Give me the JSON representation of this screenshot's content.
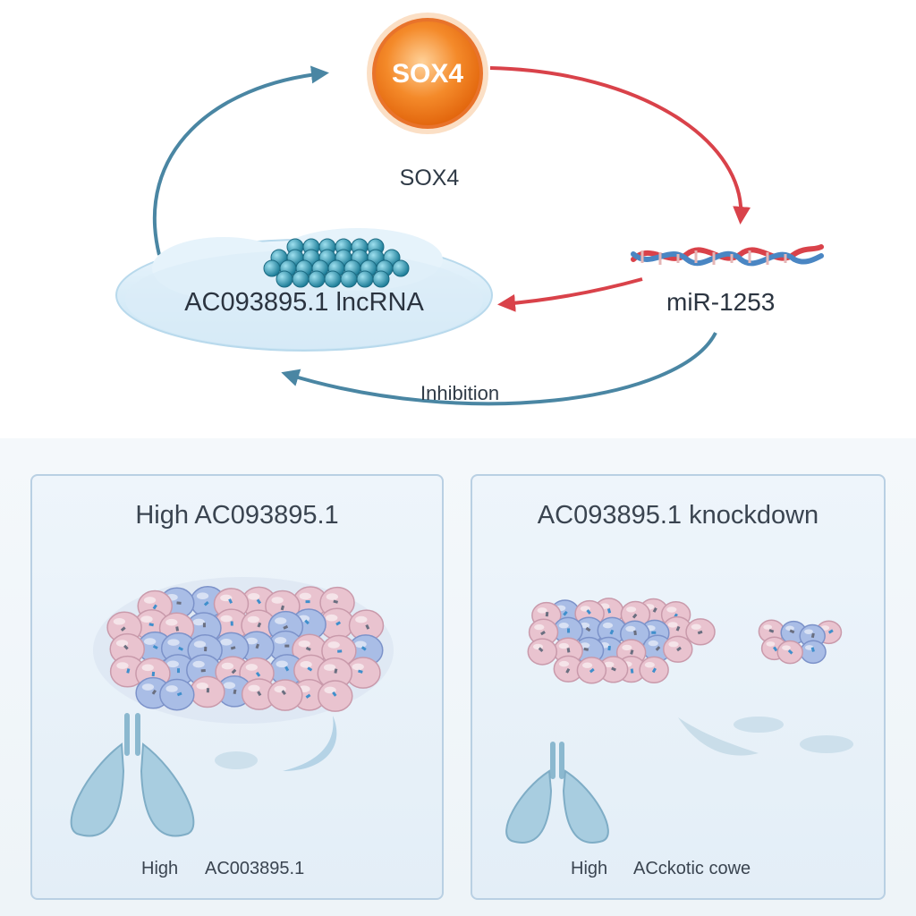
{
  "cycle": {
    "sox4_node_text": "SOX4",
    "sox4_label": "SOX4",
    "lncrna_label": "AC093895.1 lncRNA",
    "mirna_label": "miR-1253",
    "inhibition_label": "Inhibition"
  },
  "panels": [
    {
      "title": "High AC093895.1",
      "caption_left": "High",
      "caption_right": "AC003895.1"
    },
    {
      "title": "AC093895.1 knockdown",
      "caption_left": "High",
      "caption_right": "ACckotic cowe"
    }
  ],
  "colors": {
    "blue_arrow": "#4a86a3",
    "red_arrow": "#d9424a",
    "sox4_orange": "#f07e1a",
    "cloud": "#d6ebf7",
    "cell_pink": "#e9c3cf",
    "cell_blue": "#a9bde6",
    "lung": "#a8cde0"
  }
}
